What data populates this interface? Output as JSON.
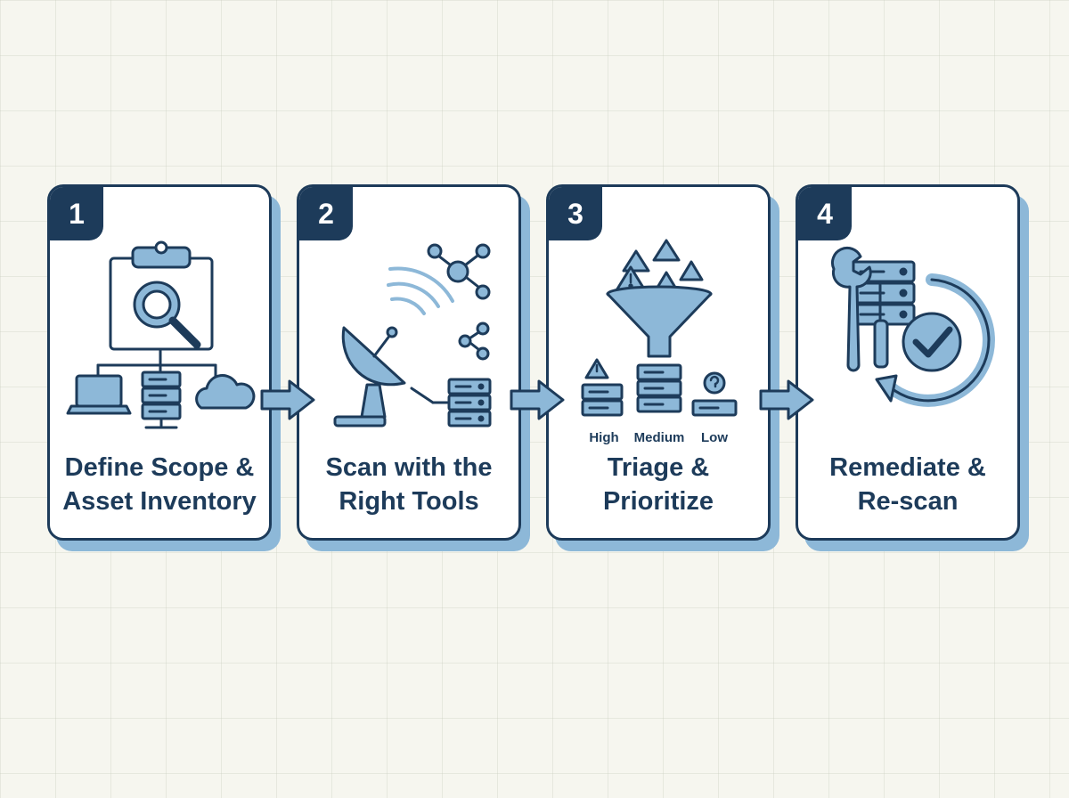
{
  "colors": {
    "dark": "#1d3b5a",
    "light": "#8db8d8",
    "background": "#f6f6ef"
  },
  "steps": [
    {
      "number": "1",
      "title_line1": "Define Scope &",
      "title_line2": "Asset Inventory"
    },
    {
      "number": "2",
      "title_line1": "Scan with the",
      "title_line2": "Right Tools"
    },
    {
      "number": "3",
      "title_line1": "Triage &",
      "title_line2": "Prioritize",
      "severity_labels": [
        "High",
        "Medium",
        "Low"
      ]
    },
    {
      "number": "4",
      "title_line1": "Remediate &",
      "title_line2": "Re-scan"
    }
  ]
}
